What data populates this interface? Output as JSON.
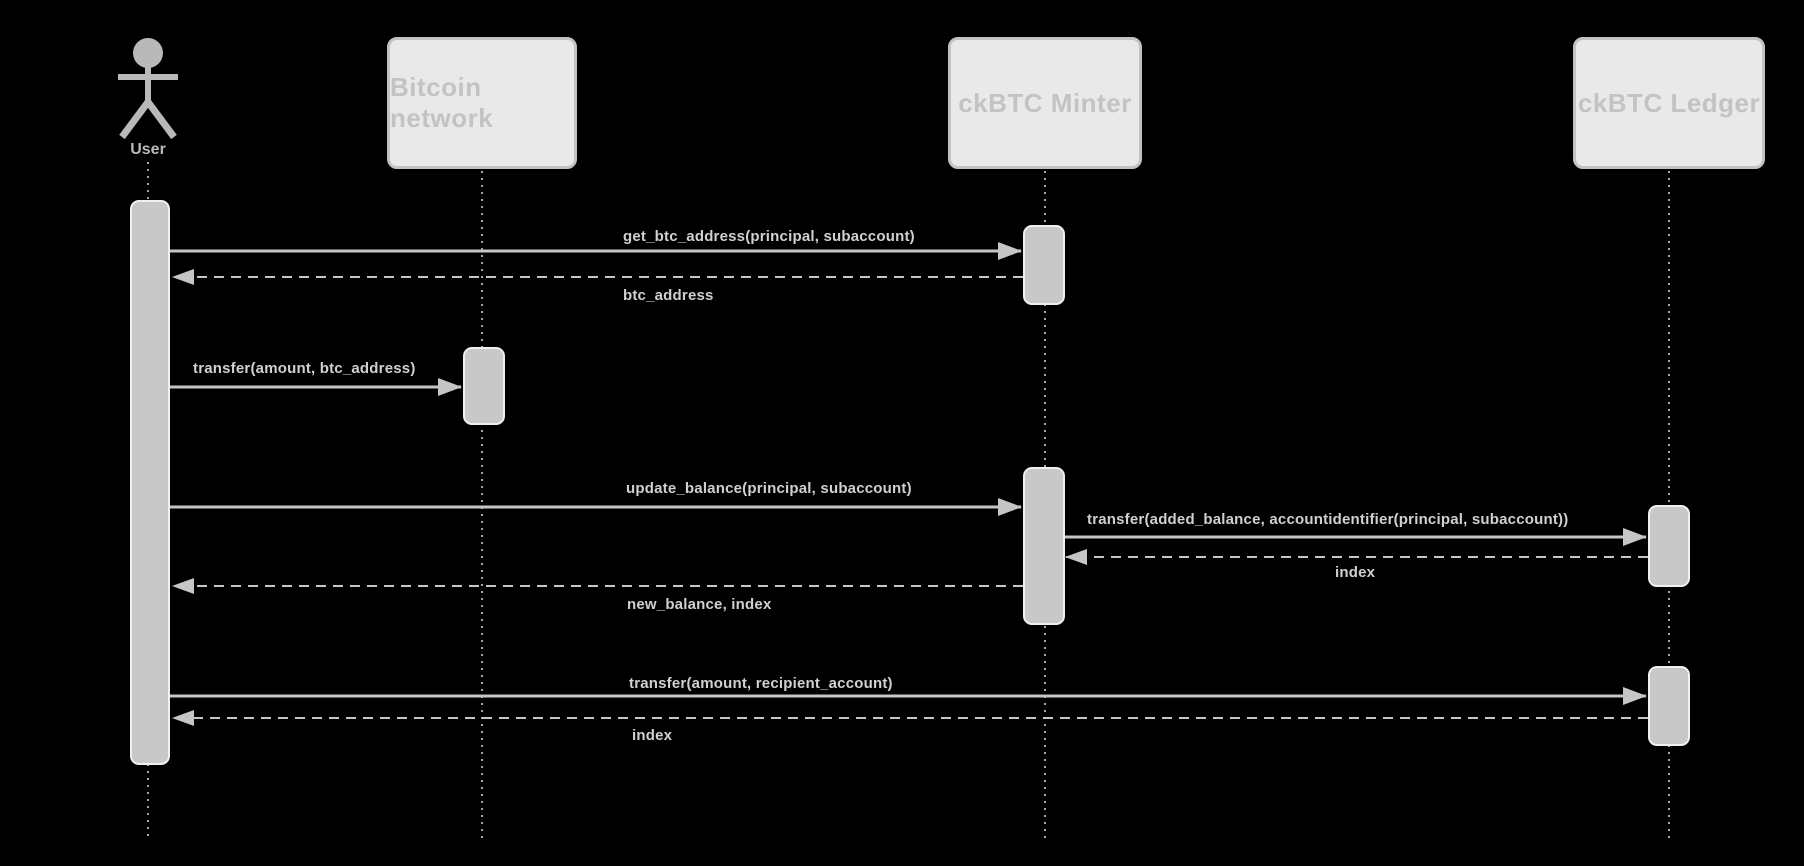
{
  "colors": {
    "background": "#000000",
    "box_fill": "#e9e9e9",
    "box_border": "#c2c2c2",
    "box_text": "#c3c3c3",
    "bar_fill": "#c8c8c8",
    "bar_border": "#f0f0f0",
    "line": "#c6c6c6",
    "msg_text": "#d0d0d0",
    "lifeline": "#a8a8a8",
    "actor": "#b9b9b9"
  },
  "participants": [
    {
      "id": "user",
      "kind": "actor",
      "label": "User"
    },
    {
      "id": "bitcoin-network",
      "kind": "participant",
      "label": "Bitcoin network"
    },
    {
      "id": "ckbtc-minter",
      "kind": "participant",
      "label": "ckBTC Minter"
    },
    {
      "id": "ckbtc-ledger",
      "kind": "participant",
      "label": "ckBTC Ledger"
    }
  ],
  "messages": [
    {
      "from": "User",
      "to": "ckBTC Minter",
      "style": "solid",
      "label": "get_btc_address(principal, subaccount)"
    },
    {
      "from": "ckBTC Minter",
      "to": "User",
      "style": "dashed",
      "label": "btc_address"
    },
    {
      "from": "User",
      "to": "Bitcoin network",
      "style": "solid",
      "label": "transfer(amount, btc_address)"
    },
    {
      "from": "User",
      "to": "ckBTC Minter",
      "style": "solid",
      "label": "update_balance(principal, subaccount)"
    },
    {
      "from": "ckBTC Minter",
      "to": "ckBTC Ledger",
      "style": "solid",
      "label": "transfer(added_balance, accountidentifier(principal, subaccount))"
    },
    {
      "from": "ckBTC Ledger",
      "to": "ckBTC Minter",
      "style": "dashed",
      "label": "index"
    },
    {
      "from": "ckBTC Minter",
      "to": "User",
      "style": "dashed",
      "label": "new_balance, index"
    },
    {
      "from": "User",
      "to": "ckBTC Ledger",
      "style": "solid",
      "label": "transfer(amount, recipient_account)"
    },
    {
      "from": "ckBTC Ledger",
      "to": "User",
      "style": "dashed",
      "label": "index"
    }
  ]
}
